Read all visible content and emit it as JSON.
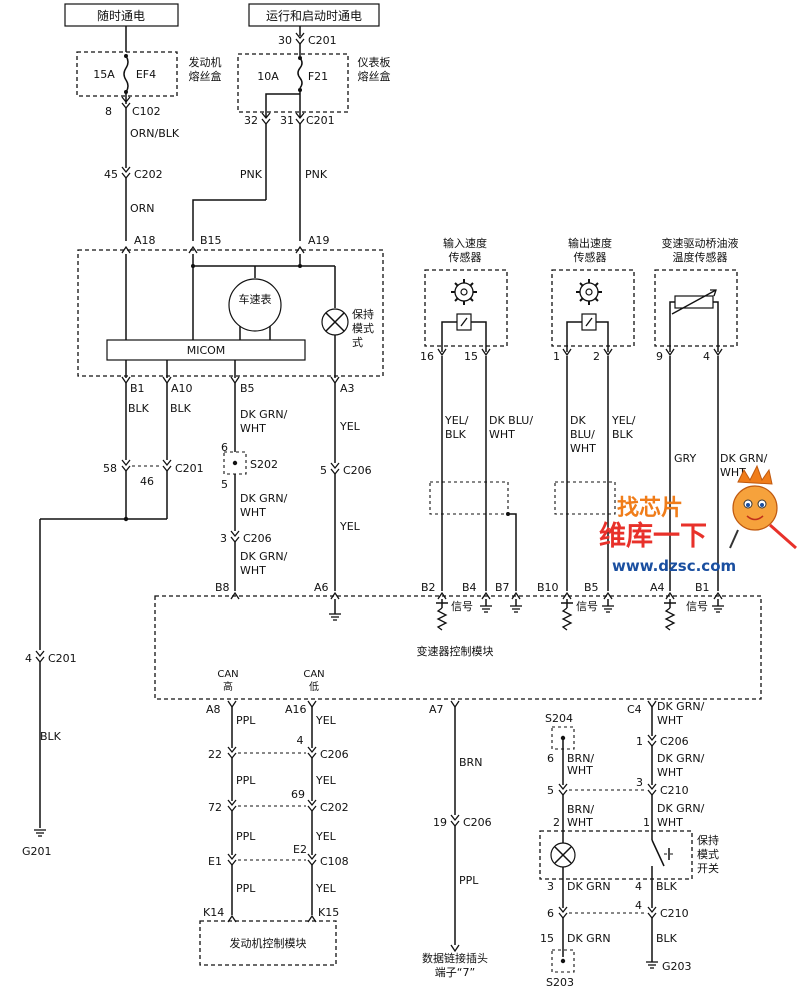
{
  "power": {
    "always_hot": "随时通电",
    "run_start": "运行和启动时通电"
  },
  "fuse_boxes": {
    "engine": {
      "label_line1": "发动机",
      "label_line2": "熔丝盒",
      "rating": "15A",
      "fuse": "EF4"
    },
    "panel": {
      "label_line1": "仪表板",
      "label_line2": "熔丝盒",
      "rating": "10A",
      "fuse": "F21"
    }
  },
  "connectors": {
    "c201": "C201",
    "c102": "C102",
    "c202": "C202",
    "c206": "C206",
    "c210": "C210",
    "c108": "C108",
    "s202": "S202",
    "s203": "S203",
    "s204": "S204",
    "g201": "G201",
    "g203": "G203"
  },
  "pins": {
    "p30": "30",
    "p8": "8",
    "p32": "32",
    "p31": "31",
    "p45": "45",
    "a18": "A18",
    "b15": "B15",
    "a19": "A19",
    "b1": "B1",
    "a10": "A10",
    "b5": "B5",
    "a3": "A3",
    "p58": "58",
    "p46": "46",
    "p6": "6",
    "p5": "5",
    "p5b": "5",
    "p3": "3",
    "p4": "4",
    "tcm_b8": "B8",
    "tcm_a6": "A6",
    "tcm_b2": "B2",
    "tcm_b4": "B4",
    "tcm_b7": "B7",
    "tcm_b10": "B10",
    "tcm_b5": "B5",
    "tcm_a4": "A4",
    "tcm_b1": "B1",
    "p16": "16",
    "p15": "15",
    "p1": "1",
    "p2": "2",
    "p9": "9",
    "p4b": "4",
    "a8": "A8",
    "a16": "A16",
    "a7": "A7",
    "c4": "C4",
    "p22": "22",
    "p4c": "4",
    "p72": "72",
    "p69": "69",
    "e1": "E1",
    "e2": "E2",
    "k14": "K14",
    "k15": "K15",
    "p19": "19",
    "s204_6": "6",
    "c210_5": "5",
    "c210_3": "3",
    "c206_1": "1",
    "sw_2": "2",
    "sw_1": "1",
    "lamp_3": "3",
    "sw_4": "4",
    "c210_6": "6",
    "c210_4": "4",
    "s203_15": "15"
  },
  "wires": {
    "orn_blk": "ORN/BLK",
    "orn": "ORN",
    "pnk": "PNK",
    "blk": "BLK",
    "dkgrn_wht1": "DK GRN/",
    "dkgrn_wht2": "WHT",
    "yel": "YEL",
    "yel_blk1": "YEL/",
    "yel_blk2": "BLK",
    "dkblu_wht1": "DK BLU/",
    "dkblu_wht2": "WHT",
    "dk": "DK",
    "blu_slash": "BLU/",
    "wht": "WHT",
    "gry": "GRY",
    "ppl": "PPL",
    "brn": "BRN",
    "brn_wht1": "BRN/",
    "brn_wht2": "WHT",
    "dk_grn": "DK GRN"
  },
  "components": {
    "speedometer": "车速表",
    "micom": "MICOM",
    "hold_line1": "保持",
    "hold_line2": "模式",
    "input_sensor_1": "输入速度",
    "input_sensor_2": "传感器",
    "output_sensor_1": "输出速度",
    "output_sensor_2": "传感器",
    "temp_sensor_1": "变速驱动桥油液",
    "temp_sensor_2": "温度传感器",
    "tcm": "变速器控制模块",
    "signal": "信号",
    "can_high_1": "CAN",
    "can_high_2": "高",
    "can_low_1": "CAN",
    "can_low_2": "低",
    "ecm": "发动机控制模块",
    "dlc_1": "数据链接插头",
    "dlc_2": "端子“7”",
    "hold_switch_1": "保持",
    "hold_switch_2": "模式",
    "hold_switch_3": "开关"
  },
  "watermark": {
    "brand": "找芯片",
    "slogan": "维库一下",
    "url": "www.dzsc.com"
  },
  "colors": {
    "watermark_orange": "#f07d1a",
    "watermark_red": "#e8312a",
    "watermark_blue": "#1a4fa0"
  }
}
